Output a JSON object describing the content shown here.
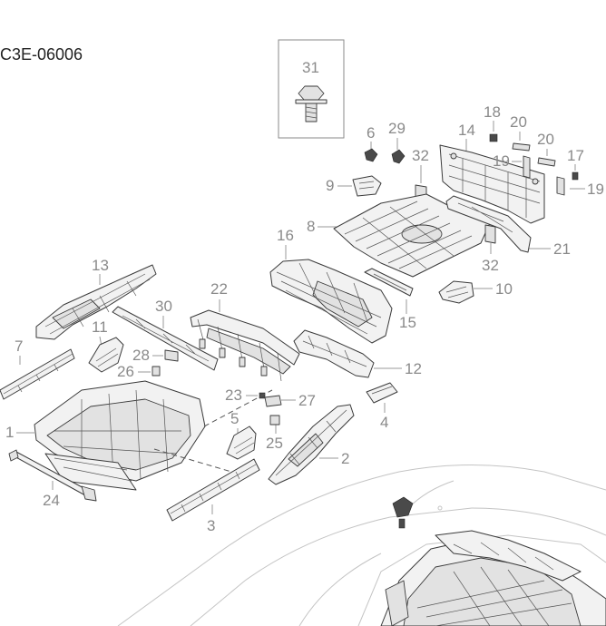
{
  "diagram_code": "C3E-06006",
  "parts": [
    {
      "label": "31",
      "icon": "bolt-icon"
    },
    {
      "label": "6",
      "icon": "clip-icon"
    },
    {
      "label": "29",
      "icon": "clip-icon"
    },
    {
      "label": "18",
      "icon": "clip-icon"
    },
    {
      "label": "20",
      "icon": "bracket-icon"
    },
    {
      "label": "20",
      "icon": "bracket-icon"
    },
    {
      "label": "14",
      "icon": "rear-panel-icon"
    },
    {
      "label": "17",
      "icon": "clip-icon"
    },
    {
      "label": "19",
      "icon": "bracket-icon"
    },
    {
      "label": "19",
      "icon": "bracket-icon"
    },
    {
      "label": "32",
      "icon": "bracket-icon"
    },
    {
      "label": "9",
      "icon": "bracket-icon"
    },
    {
      "label": "8",
      "icon": "rear-floor-pan-icon"
    },
    {
      "label": "21",
      "icon": "crossmember-icon"
    },
    {
      "label": "32",
      "icon": "bracket-icon"
    },
    {
      "label": "16",
      "icon": "floor-section-icon"
    },
    {
      "label": "10",
      "icon": "bracket-icon"
    },
    {
      "label": "15",
      "icon": "crossmember-icon"
    },
    {
      "label": "13",
      "icon": "side-member-icon"
    },
    {
      "label": "30",
      "icon": "crossmember-icon"
    },
    {
      "label": "22",
      "icon": "seat-frame-icon"
    },
    {
      "label": "11",
      "icon": "bracket-icon"
    },
    {
      "label": "7",
      "icon": "sill-rail-icon"
    },
    {
      "label": "28",
      "icon": "bracket-icon"
    },
    {
      "label": "26",
      "icon": "clip-icon"
    },
    {
      "label": "12",
      "icon": "reinforcement-icon"
    },
    {
      "label": "23",
      "icon": "bolt-icon"
    },
    {
      "label": "27",
      "icon": "bracket-icon"
    },
    {
      "label": "5",
      "icon": "bracket-icon"
    },
    {
      "label": "4",
      "icon": "bracket-icon"
    },
    {
      "label": "25",
      "icon": "clip-icon"
    },
    {
      "label": "1",
      "icon": "floor-frame-icon"
    },
    {
      "label": "2",
      "icon": "rear-side-member-icon"
    },
    {
      "label": "24",
      "icon": "cable-icon"
    },
    {
      "label": "3",
      "icon": "sill-rail-icon"
    }
  ]
}
